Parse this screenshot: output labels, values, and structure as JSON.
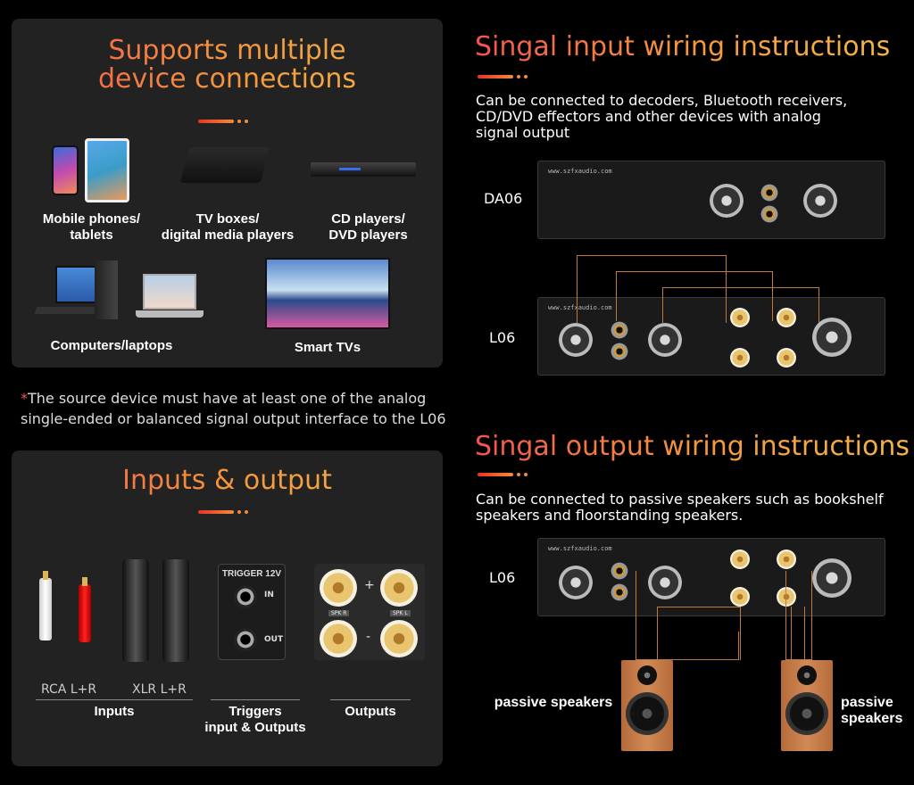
{
  "left_top": {
    "title_line1": "Supports multiple",
    "title_line2": "device connections",
    "devices": {
      "mobile": "Mobile phones/\ntablets",
      "tvbox": "TV boxes/\ndigital media players",
      "cd": "CD players/\nDVD players",
      "computers": "Computers/laptops",
      "smarttv": "Smart TVs"
    }
  },
  "note": {
    "star": "*",
    "line1": "The source device must have at least one of the analog",
    "line2": "single-ended or balanced signal output interface to the L06"
  },
  "left_bottom": {
    "title": "Inputs & output",
    "trigger_label": "TRIGGER 12V",
    "trigger_in": "IN",
    "trigger_out": "OUT",
    "rca_label": "RCA L+R",
    "xlr_label": "XLR L+R",
    "inputs": "Inputs",
    "triggers": "Triggers\ninput & Outputs",
    "outputs": "Outputs",
    "plus": "+",
    "minus": "-",
    "spk_r": "SPK R",
    "spk_l": "SPK L"
  },
  "right_top": {
    "title": "Singal input wiring instructions",
    "desc_line1": "Can be connected to decoders, Bluetooth receivers,",
    "desc_line2": "CD/DVD effectors and other devices with analog",
    "desc_line3": "signal output",
    "da06": "DA06",
    "l06": "L06",
    "brand": "www.szfxaudio.com"
  },
  "right_bottom": {
    "title": "Singal output wiring instructions",
    "desc_line1": "Can be connected to passive speakers such as bookshelf",
    "desc_line2": "speakers and floorstanding speakers.",
    "l06": "L06",
    "passive_left": "passive speakers",
    "passive_right": "passive\nspeakers"
  }
}
